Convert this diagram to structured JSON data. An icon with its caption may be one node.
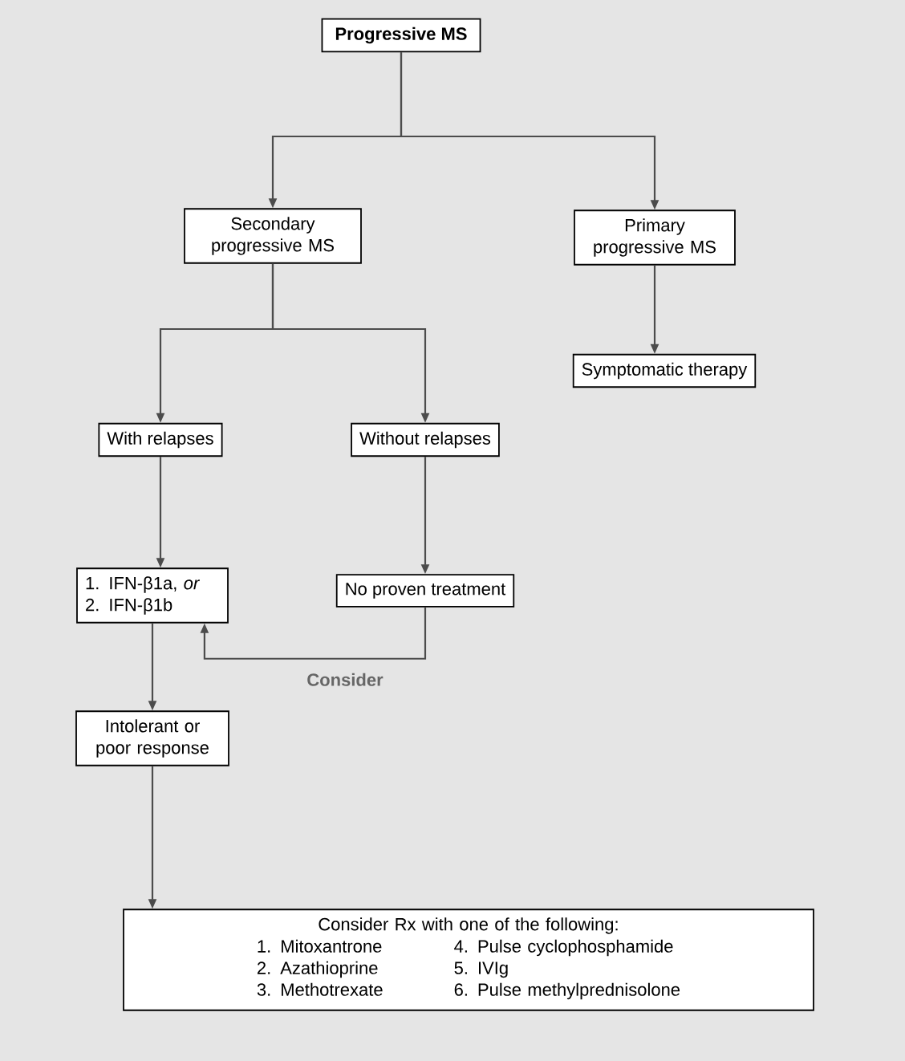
{
  "diagram": {
    "nodes": [
      {
        "text": [
          "Progressive MS"
        ]
      },
      {
        "text": [
          "Secondary progressive MS"
        ]
      },
      {
        "text": [
          "Primary progressive MS"
        ]
      },
      {
        "text": [
          "Symptomatic therapy"
        ]
      },
      {
        "text": [
          "With relapses"
        ]
      },
      {
        "text": [
          "Without relapses"
        ]
      },
      {
        "text": [
          "1. IFN-β1a, *or* 2. IFN-β1b"
        ]
      },
      {
        "text": [
          "No proven treatment"
        ]
      },
      {
        "text": [
          "Intolerant or poor response"
        ]
      },
      {
        "text": [
          "Consider Rx with one of the following:",
          "1. Mitoxantrone",
          "2. Azathioprine",
          "3. Methotrexate",
          "4. Pulse cyclophosphamide",
          "5. IVIg",
          "6. Pulse methylprednisolone"
        ]
      }
    ],
    "edges": [
      {
        "from": 0,
        "to": 1,
        "arrow": "to"
      },
      {
        "from": 0,
        "to": 2,
        "arrow": "to"
      },
      {
        "from": 2,
        "to": 3,
        "arrow": "to"
      },
      {
        "from": 1,
        "to": 4,
        "arrow": "to"
      },
      {
        "from": 1,
        "to": 5,
        "arrow": "to"
      },
      {
        "from": 4,
        "to": 6,
        "arrow": "to"
      },
      {
        "from": 5,
        "to": 7,
        "arrow": "to"
      },
      {
        "from": 7,
        "to": 6,
        "arrow": "to",
        "label": "Consider"
      },
      {
        "from": 6,
        "to": 8,
        "arrow": "to"
      },
      {
        "from": 8,
        "to": 9,
        "arrow": "to"
      }
    ]
  }
}
